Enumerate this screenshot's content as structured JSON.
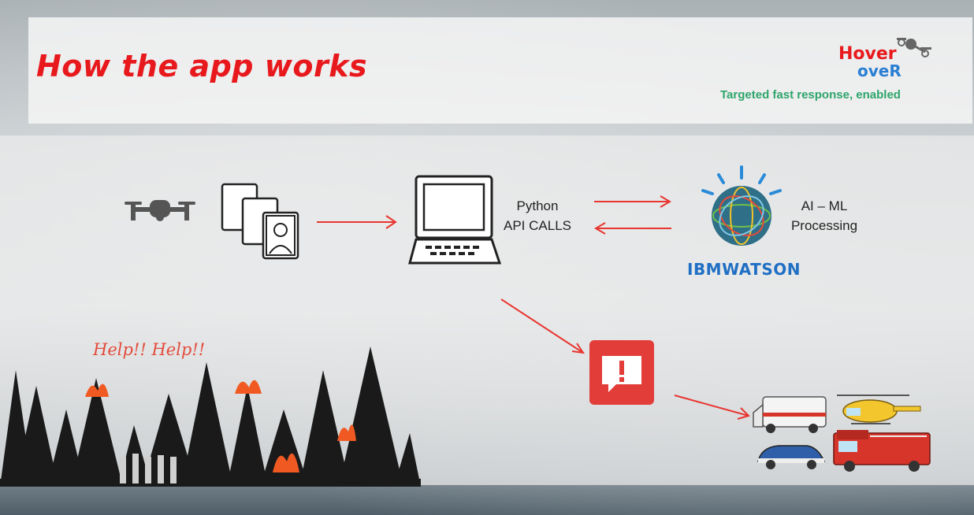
{
  "slide": {
    "title": "How the app works"
  },
  "brand": {
    "logo_word_top": "Hover",
    "logo_word_bottom": "oveR",
    "tagline": "Targeted fast response, enabled"
  },
  "flow": {
    "api_label_line1": "Python",
    "api_label_line2": "API CALLS",
    "ai_label_line1": "AI – ML",
    "ai_label_line2": "Processing",
    "ibm_label": "IBMWATSON",
    "help_text": "Help!!  Help!!"
  },
  "colors": {
    "title_red": "#e8191d",
    "tagline_green": "#2ea56b",
    "ibm_blue": "#1f6fc4",
    "arrow_red": "#e8352f",
    "alert_red": "#e23d39"
  },
  "icons": [
    "drone-icon",
    "photos-icon",
    "laptop-icon",
    "watson-globe-icon",
    "alert-icon",
    "emergency-vehicles-icon",
    "forest-fire-illustration"
  ]
}
